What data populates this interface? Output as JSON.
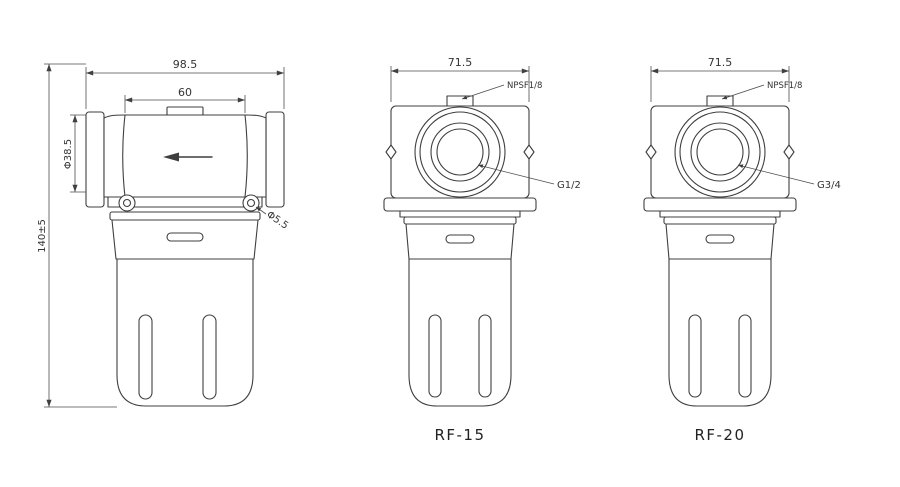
{
  "colors": {
    "line": "#3f3f3f",
    "text": "#333333",
    "background": "#ffffff"
  },
  "side_view": {
    "dim_overall_width": "98.5",
    "dim_inner_width": "60",
    "dim_body_diameter": "Φ38.5",
    "dim_overall_height": "140±5",
    "dim_mount_hole": "Φ5.5"
  },
  "rf15": {
    "dim_width": "71.5",
    "top_port": "NPSF1/8",
    "main_port": "G1/2",
    "model": "RF-15"
  },
  "rf20": {
    "dim_width": "71.5",
    "top_port": "NPSF1/8",
    "main_port": "G3/4",
    "model": "RF-20"
  }
}
